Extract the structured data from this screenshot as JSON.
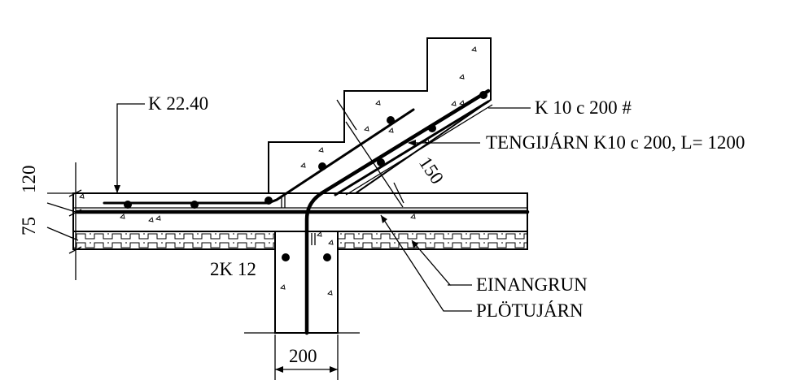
{
  "labels": {
    "level": "K 22.40",
    "rebar_top": "K 10 c 200 #",
    "tie_bars": "TENGIJÁRN  K10 c 200, L= 1200",
    "dim_150": "150",
    "dim_120": "120",
    "dim_75": "75",
    "wall_bars": "2K 12",
    "insulation": "EINANGRUN",
    "slab_bars": "PLÖTUJÁRN",
    "dim_200": "200"
  }
}
